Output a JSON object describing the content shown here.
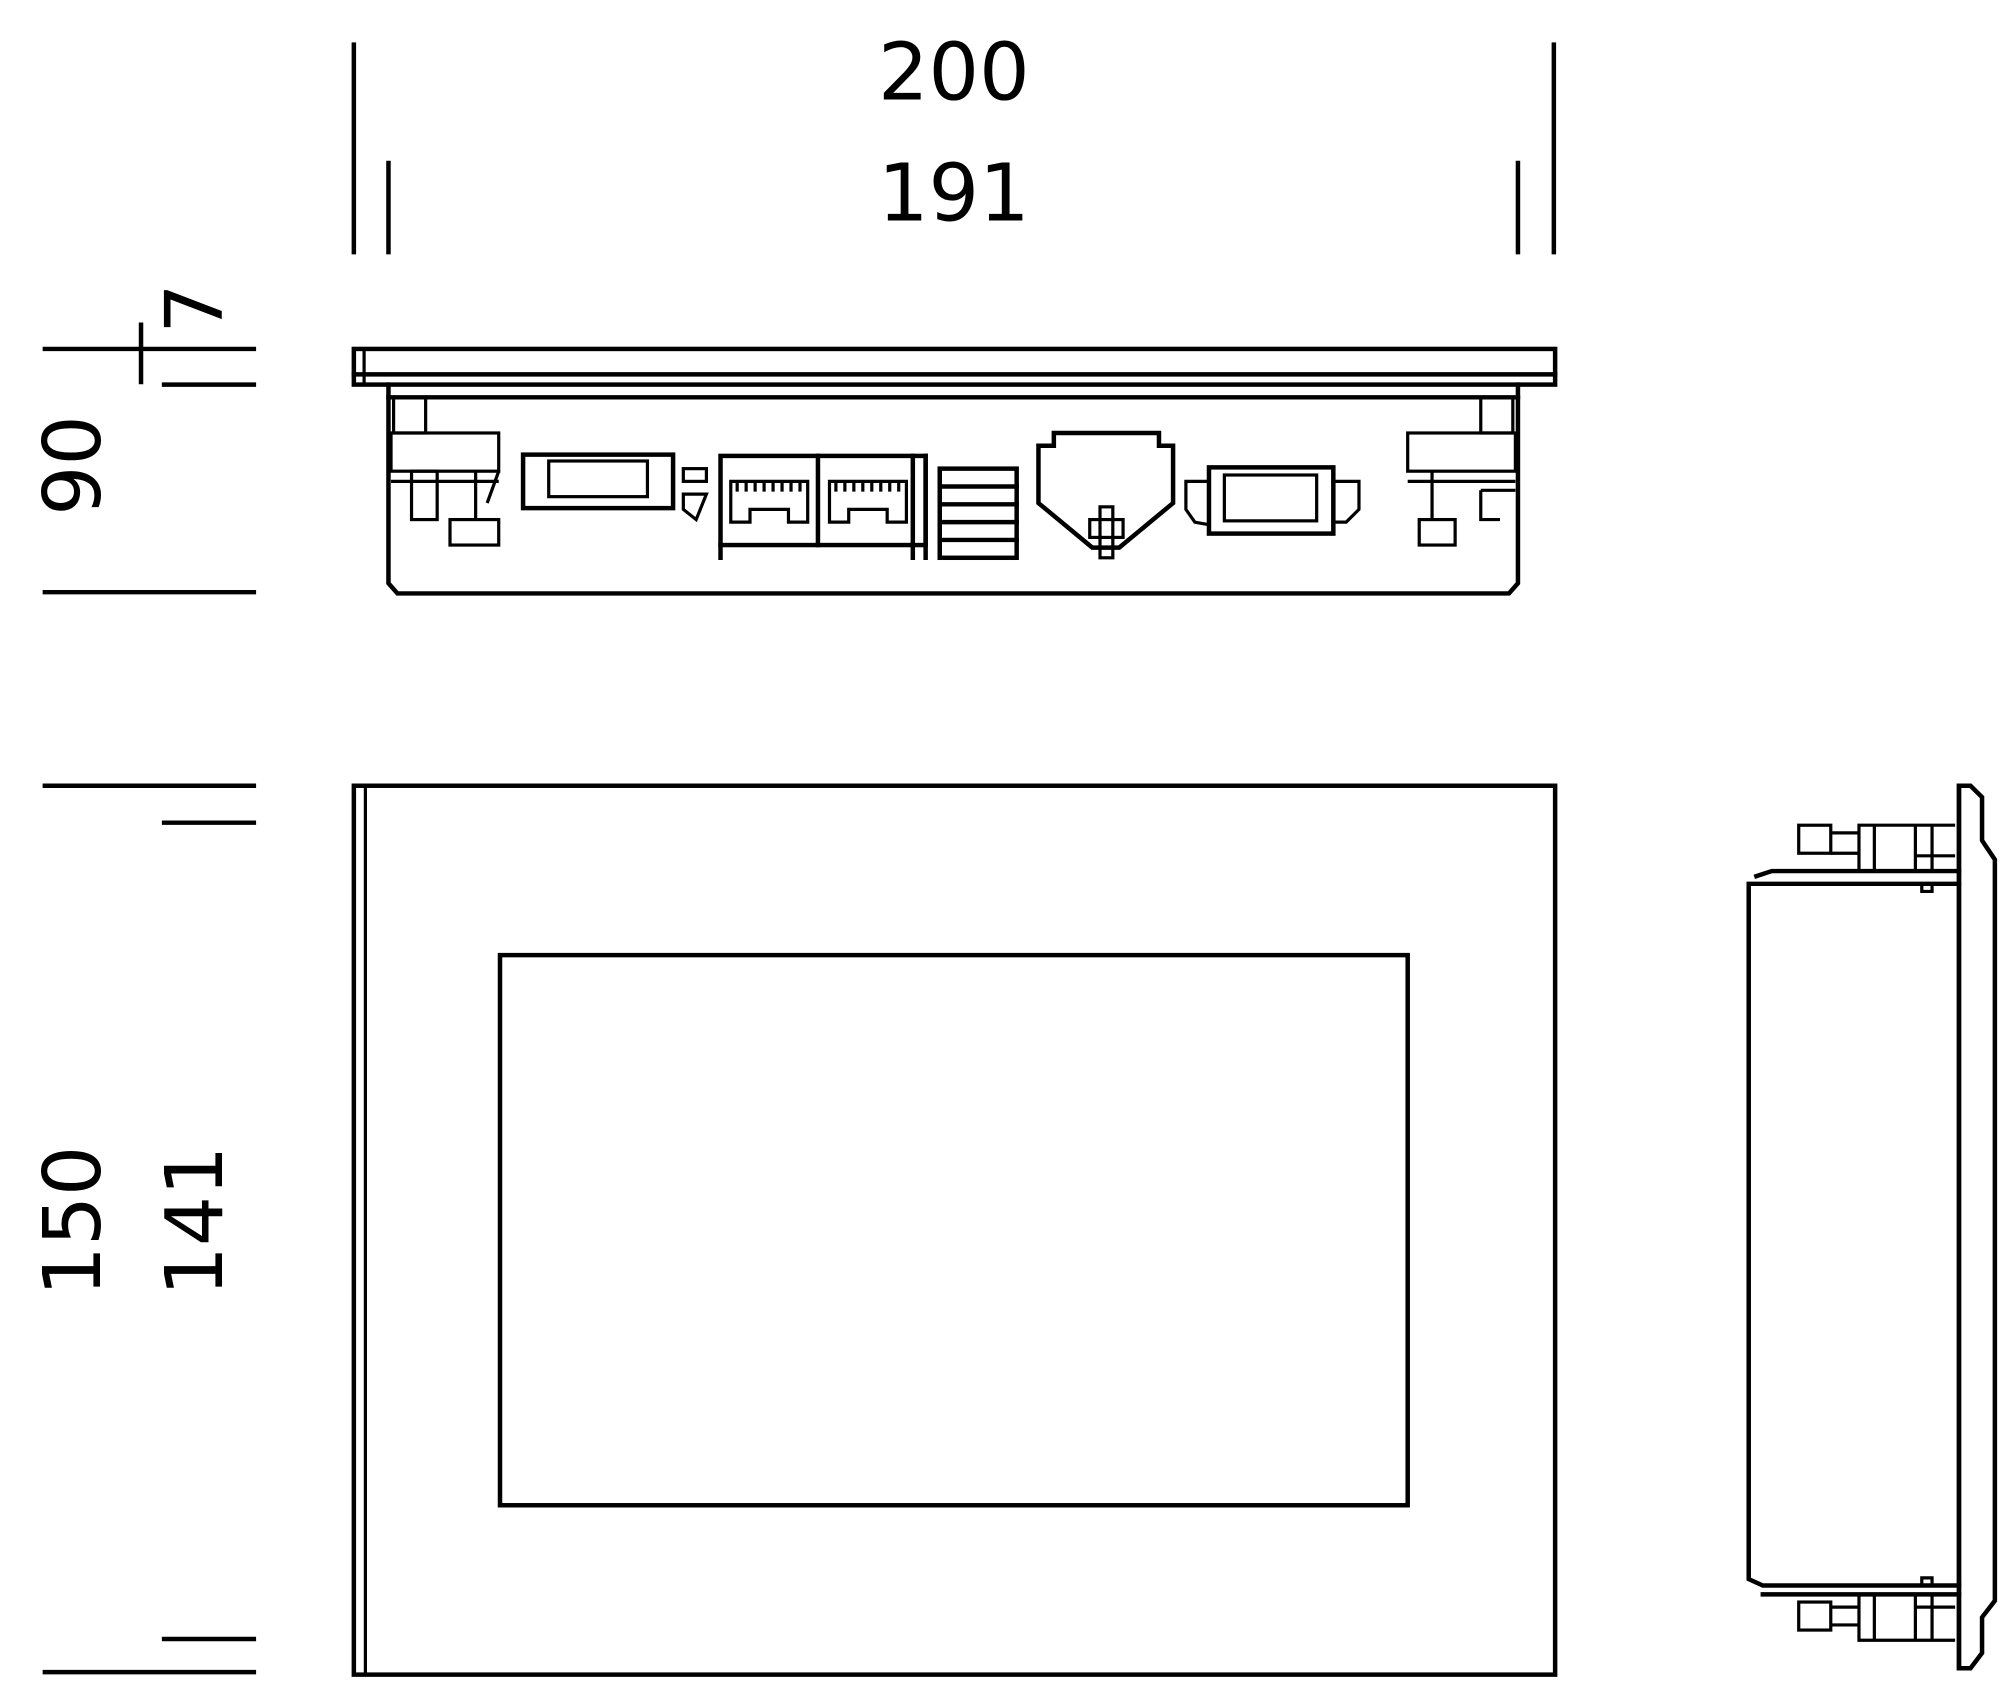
{
  "dimensions": {
    "overall_width": "200",
    "cutout_width": "191",
    "bezel_depth": "7",
    "total_depth": "90",
    "overall_height": "150",
    "cutout_height": "141"
  },
  "colors": {
    "line": "#000000",
    "background": "#ffffff"
  }
}
